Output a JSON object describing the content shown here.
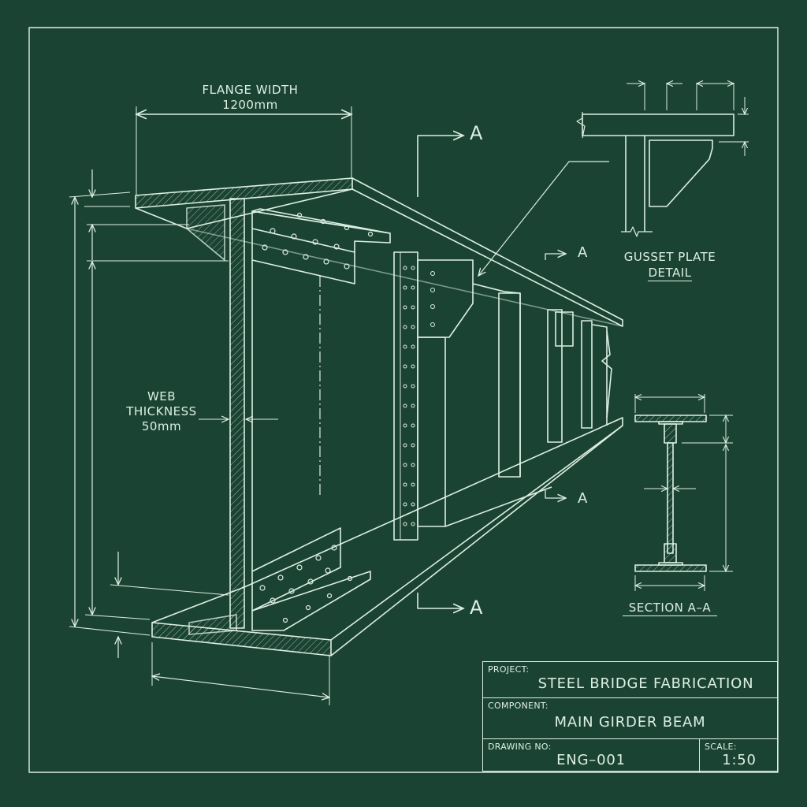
{
  "drawing": {
    "subject": "Steel I-girder isometric view",
    "colors": {
      "background": "#1b4333",
      "line": "#dcefe3"
    },
    "dimensions": {
      "flange_width_title": "FLANGE WIDTH",
      "flange_width_value": "1200mm",
      "web_thickness_title_1": "WEB",
      "web_thickness_title_2": "THICKNESS",
      "web_thickness_value": "50mm"
    },
    "section_cuts": {
      "top_large": "A",
      "top_small": "A",
      "bottom_small": "A",
      "bottom_large": "A"
    },
    "details": {
      "gusset_line1": "GUSSET PLATE",
      "gusset_line2": "DETAIL",
      "section_title": "SECTION A–A"
    }
  },
  "title_block": {
    "project_label": "PROJECT:",
    "project_value": "STEEL BRIDGE FABRICATION",
    "component_label": "COMPONENT:",
    "component_value": "MAIN GIRDER BEAM",
    "drawing_no_label": "DRAWING NO:",
    "drawing_no_value": "ENG–001",
    "scale_label": "SCALE:",
    "scale_value": "1:50"
  }
}
